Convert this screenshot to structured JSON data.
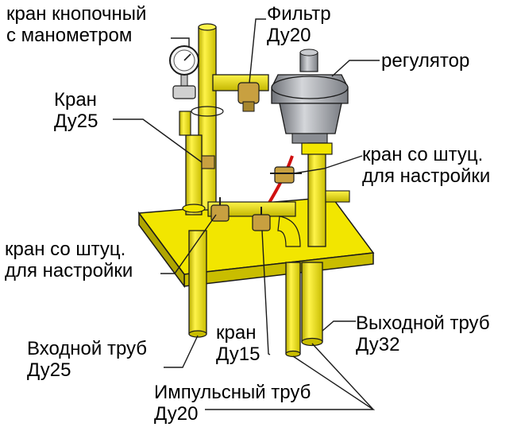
{
  "labels": {
    "knob_valve": {
      "line1": "кран кнопочный",
      "line2": "с манометром"
    },
    "filter": {
      "line1": "Фильтр",
      "line2": "Ду20"
    },
    "regulator": {
      "line1": "регулятор"
    },
    "valve_du25": {
      "line1": "Кран",
      "line2": "Ду25"
    },
    "fitting_right": {
      "line1": "кран со штуц.",
      "line2": "для настройки"
    },
    "fitting_left": {
      "line1": "кран со штуц.",
      "line2": "для настройки"
    },
    "outlet_pipe": {
      "line1": "Выходной труб",
      "line2": "Ду32"
    },
    "valve_du15": {
      "line1": "кран",
      "line2": "Ду15"
    },
    "inlet_pipe": {
      "line1": "Входной труб",
      "line2": "Ду25"
    },
    "impulse_pipe": {
      "line1": "Импульсный труб",
      "line2": "Ду20"
    }
  },
  "colors": {
    "pipe": "#f2e600",
    "pipe_shade": "#c9bd00",
    "outline": "#1a1a1a",
    "regulator": "#9a9da3",
    "regulator_shade": "#6d7076",
    "valve_body": "#c8a040",
    "impulse_line": "#d01010"
  }
}
